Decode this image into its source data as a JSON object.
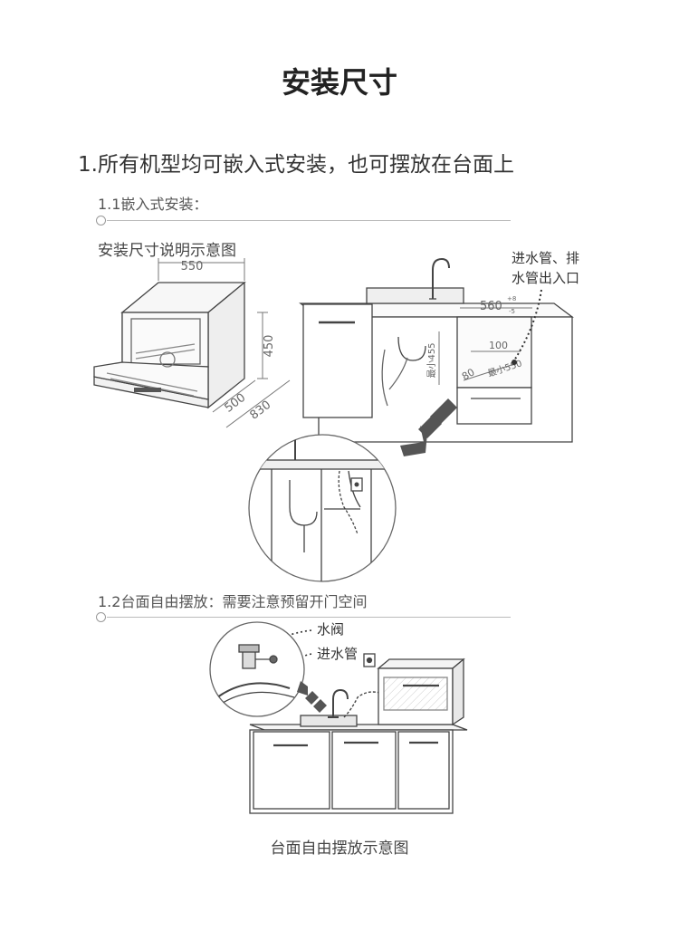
{
  "page_title": "安装尺寸",
  "section_heading": "1.所有机型均可嵌入式安装，也可摆放在台面上",
  "sub1": {
    "heading": "1.1嵌入式安装：",
    "caption": "安装尺寸说明示意图",
    "unit_dims": {
      "width": "550",
      "height": "450",
      "depth_closed": "500",
      "depth_open": "830"
    },
    "cabinet_dims": {
      "width": "560",
      "tol_plus": "+8",
      "tol_minus": "-5",
      "height": "最小455",
      "pipe_offset": "100",
      "side": "80",
      "depth": "最小550"
    },
    "callout_line1": "进水管、排",
    "callout_line2": "水管出入口"
  },
  "sub2": {
    "heading": "1.2台面自由摆放：需要注意预留开门空间",
    "label_valve": "水阀",
    "label_inlet": "进水管",
    "caption": "台面自由摆放示意图"
  },
  "colors": {
    "outline": "#444444",
    "dim": "#777777",
    "arrow": "#555555"
  },
  "icons": [
    "water-valve-icon",
    "faucet-icon",
    "wall-socket-icon",
    "direction-arrow-icon"
  ]
}
